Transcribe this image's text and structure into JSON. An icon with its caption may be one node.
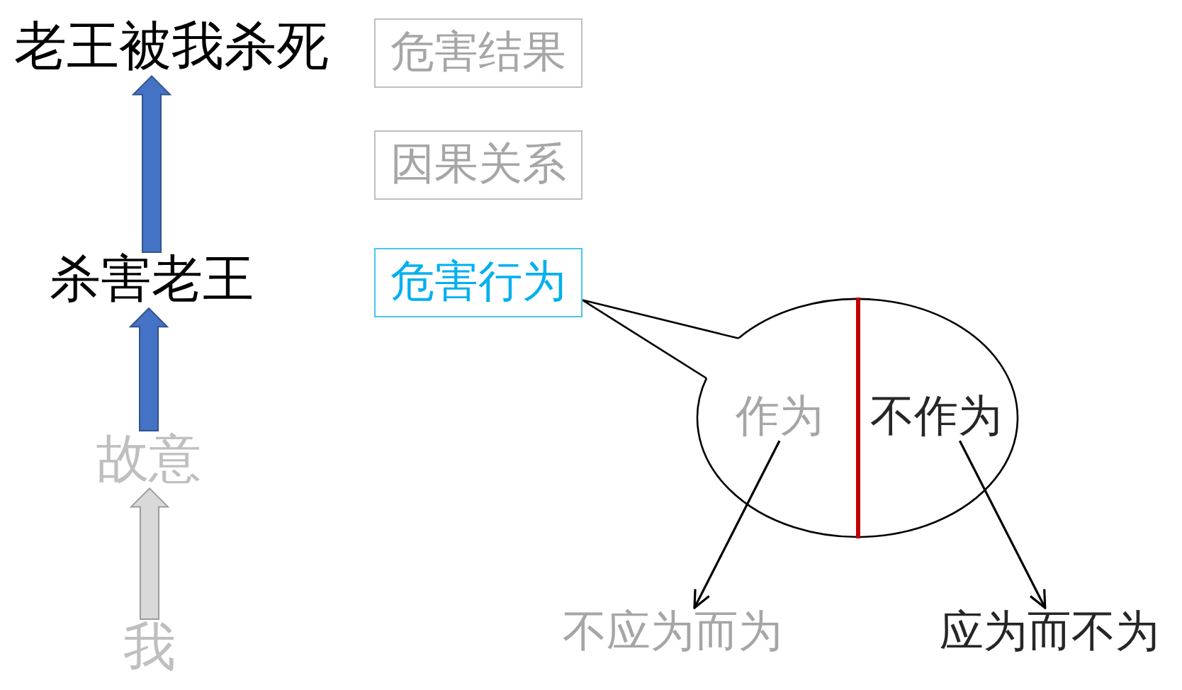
{
  "diagram": {
    "nodes": [
      {
        "text": [
          "老王被我杀死"
        ]
      },
      {
        "text": [
          "危害结果"
        ]
      },
      {
        "text": [
          "因果关系"
        ]
      },
      {
        "text": [
          "杀害老王"
        ]
      },
      {
        "text": [
          "危害行为"
        ]
      },
      {
        "text": [],
        "shape": "ellipse"
      },
      {
        "text": [
          "作为"
        ],
        "in": 5
      },
      {
        "text": [
          "不作为"
        ],
        "in": 5
      },
      {
        "text": [
          "故意"
        ]
      },
      {
        "text": [
          "我"
        ]
      },
      {
        "text": [
          "不应为而为"
        ]
      },
      {
        "text": [
          "应为而不为"
        ]
      }
    ],
    "edges": [
      {
        "from": 3,
        "to": 0,
        "arrow": "to",
        "style": "thick",
        "color": "#4472c4"
      },
      {
        "from": 8,
        "to": 3,
        "arrow": "to",
        "style": "thick",
        "color": "#4472c4"
      },
      {
        "from": 9,
        "to": 8,
        "arrow": "to",
        "style": "thick",
        "color": "#d9d9d9"
      },
      {
        "from": 4,
        "to": 5,
        "arrow": "none"
      },
      {
        "from": 6,
        "to": 10,
        "arrow": "to"
      },
      {
        "from": 7,
        "to": 11,
        "arrow": "to"
      }
    ]
  }
}
